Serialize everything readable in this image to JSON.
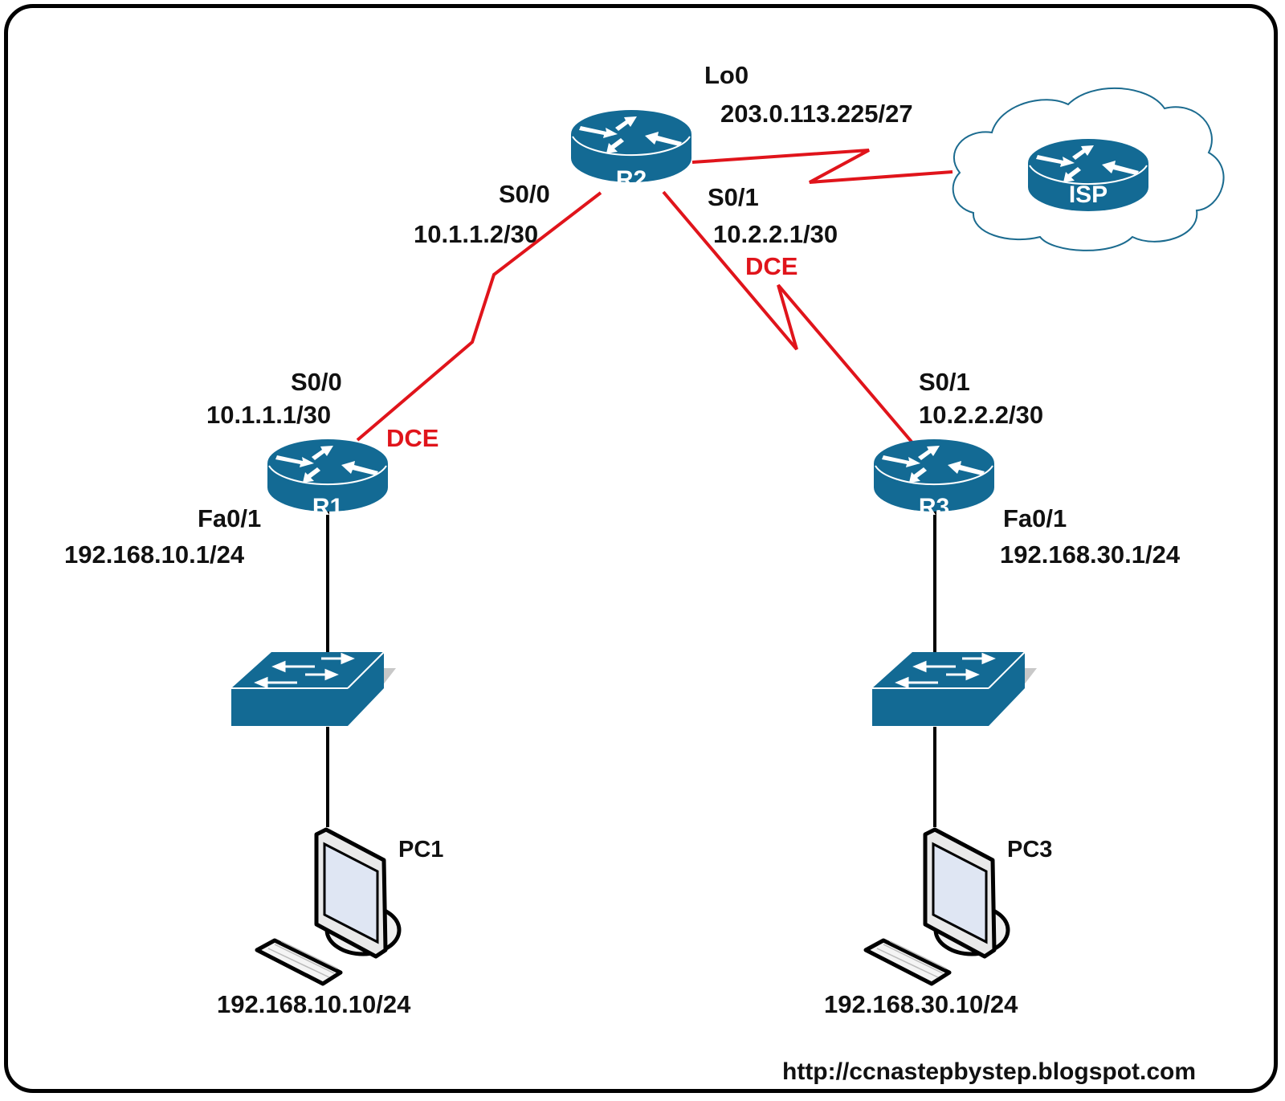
{
  "diagram": {
    "devices": {
      "r1": {
        "label": "R1"
      },
      "r2": {
        "label": "R2"
      },
      "r3": {
        "label": "R3"
      },
      "isp": {
        "label": "ISP"
      },
      "pc1": {
        "label": "PC1"
      },
      "pc3": {
        "label": "PC3"
      }
    },
    "interfaces": {
      "r2_lo0": {
        "name": "Lo0",
        "ip": "203.0.113.225/27"
      },
      "r2_s00": {
        "name": "S0/0",
        "ip": "10.1.1.2/30"
      },
      "r2_s01": {
        "name": "S0/1",
        "ip": "10.2.2.1/30"
      },
      "r1_s00": {
        "name": "S0/0",
        "ip": "10.1.1.1/30"
      },
      "r1_fa01": {
        "name": "Fa0/1",
        "ip": "192.168.10.1/24"
      },
      "r3_s01": {
        "name": "S0/1",
        "ip": "10.2.2.2/30"
      },
      "r3_fa01": {
        "name": "Fa0/1",
        "ip": "192.168.30.1/24"
      },
      "pc1": {
        "ip": "192.168.10.10/24"
      },
      "pc3": {
        "ip": "192.168.30.10/24"
      }
    },
    "dce_label": "DCE",
    "footer_url": "http://ccnastepbystep.blogspot.com",
    "colors": {
      "device_blue": "#136a94",
      "serial_link": "#e0141b",
      "ethernet_link": "#000000",
      "cloud_outline": "#1b6b8f"
    }
  }
}
